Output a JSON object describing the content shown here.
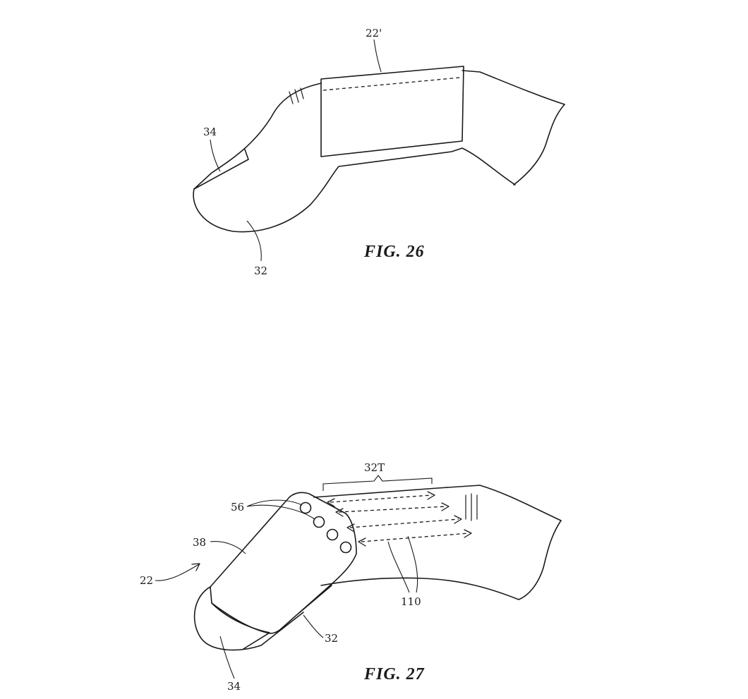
{
  "figures": [
    {
      "caption": "FIG. 26",
      "refs": {
        "band": "22'",
        "sensor": "34",
        "finger": "32"
      }
    },
    {
      "caption": "FIG. 27",
      "refs": {
        "device": "22",
        "sensors": "56",
        "housing": "38",
        "finger_tip": "34",
        "finger": "32",
        "finger_top": "32T",
        "motion": "110"
      }
    }
  ]
}
